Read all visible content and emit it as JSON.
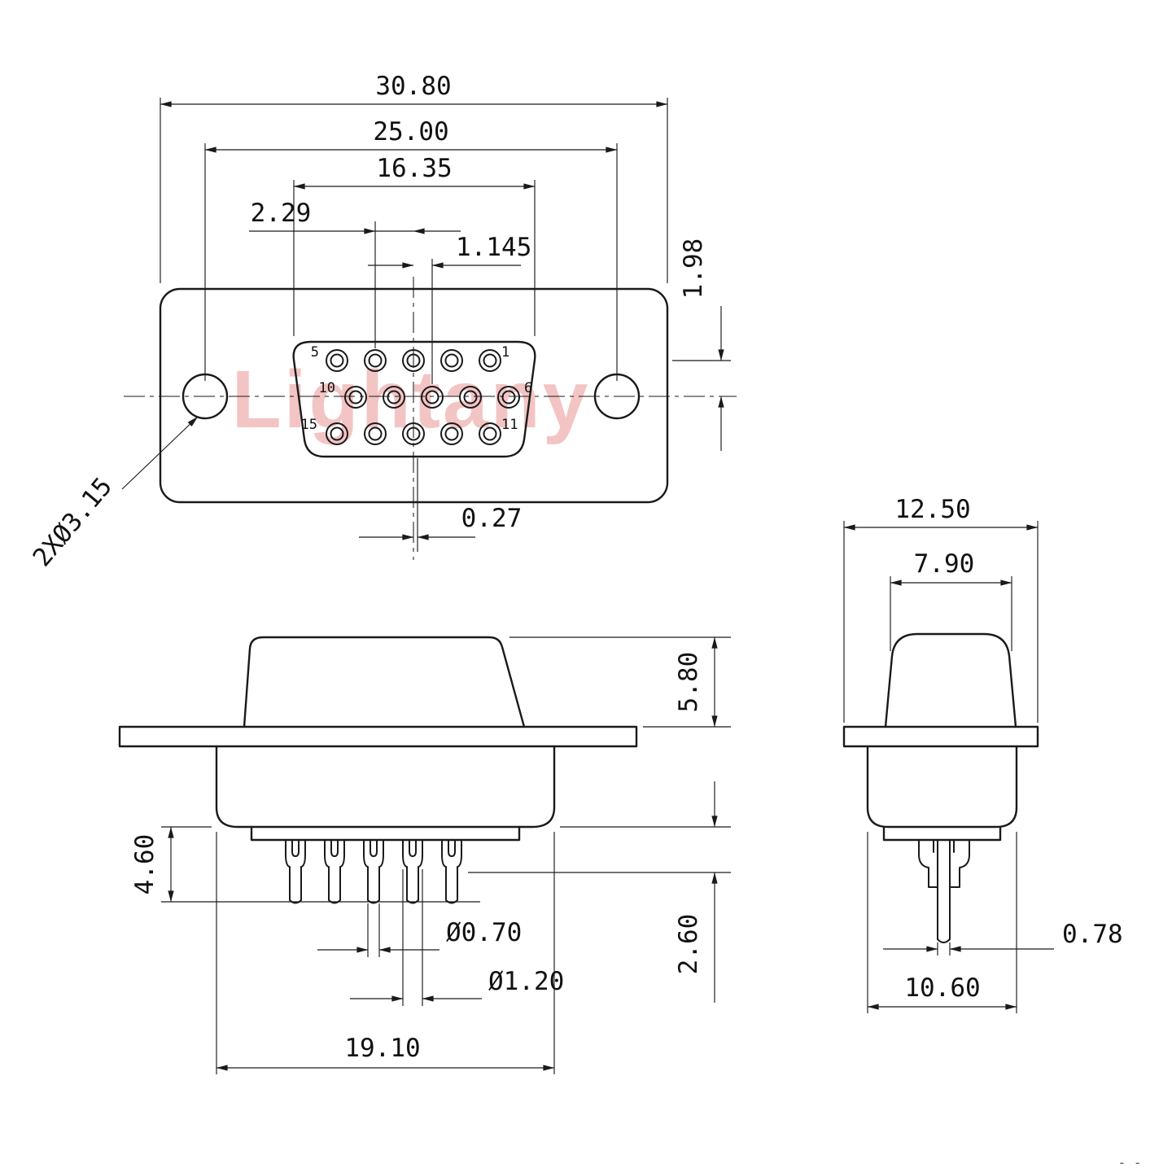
{
  "watermark": "Lightany",
  "page_marks": "- -",
  "front_view": {
    "dims": {
      "overall_width": "30.80",
      "hole_spacing": "25.00",
      "shell_width": "16.35",
      "pin_pitch": "2.29",
      "half_pitch": "1.145",
      "row_spacing": "1.98",
      "center_offset": "0.27",
      "mounting_hole": "2XØ3.15"
    },
    "pins": {
      "p1": "1",
      "p5": "5",
      "p6": "6",
      "p10": "10",
      "p11": "11",
      "p15": "15"
    }
  },
  "side_view": {
    "dims": {
      "shell_height": "5.80",
      "pin_length": "4.60",
      "pin_diameter": "Ø0.70",
      "cup_diameter": "Ø1.20",
      "tail_length": "2.60",
      "body_width": "19.10"
    }
  },
  "end_view": {
    "dims": {
      "flange_width": "12.50",
      "shell_width": "7.90",
      "pin_width": "0.78",
      "body_width": "10.60"
    }
  }
}
